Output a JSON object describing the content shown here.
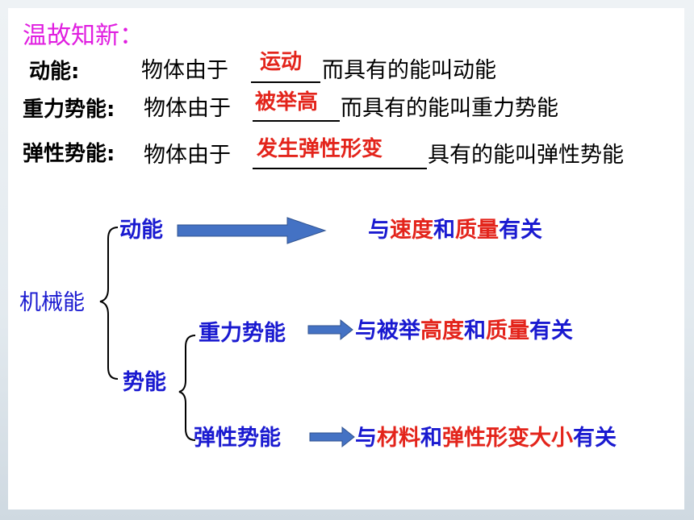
{
  "title": "温故知新：",
  "review": {
    "kinetic": {
      "term": "动能:",
      "prefix": "物体由于",
      "answer": "运动",
      "suffix": "而具有的能叫动能"
    },
    "gravity": {
      "term": "重力势能:",
      "prefix": "物体由于",
      "answer": "被举高",
      "suffix": "而具有的能叫重力势能"
    },
    "elastic": {
      "term": "弹性势能:",
      "prefix": "物体由于",
      "answer": "发生弹性形变",
      "suffix": "具有的能叫弹性势能"
    }
  },
  "diagram": {
    "root": "机械能",
    "kinetic": {
      "label": "动能",
      "factor": [
        "与",
        "速度",
        "和",
        "质量",
        "有关"
      ]
    },
    "potential": {
      "label": "势能"
    },
    "gravity": {
      "label": "重力势能",
      "factor": [
        "与被举",
        "高度",
        "和",
        "质量",
        "有关"
      ]
    },
    "elastic": {
      "label": "弹性势能",
      "factor": [
        "与",
        "材料",
        "和",
        "弹性",
        "形变",
        "大小",
        "有关"
      ]
    }
  },
  "colors": {
    "title": "#e01ee0",
    "node": "#1a1ad0",
    "highlight": "#e3241b",
    "arrow": "#4472c4"
  }
}
